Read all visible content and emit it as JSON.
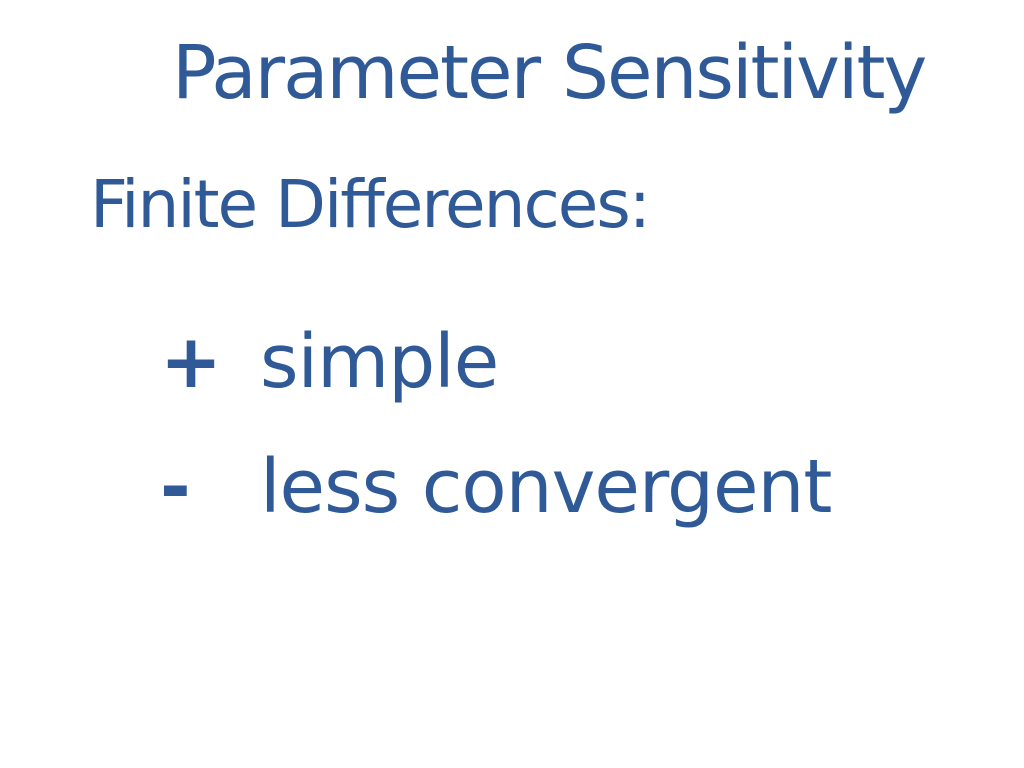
{
  "slide": {
    "title_words": [
      "Parameter",
      "Sensitivity"
    ],
    "heading": "Finite Differences:",
    "bullets": [
      {
        "marker": "+",
        "text": "simple"
      },
      {
        "marker": "-",
        "text": "less convergent"
      }
    ],
    "ink_color": "#2f5a97",
    "background_color": "#ffffff"
  }
}
